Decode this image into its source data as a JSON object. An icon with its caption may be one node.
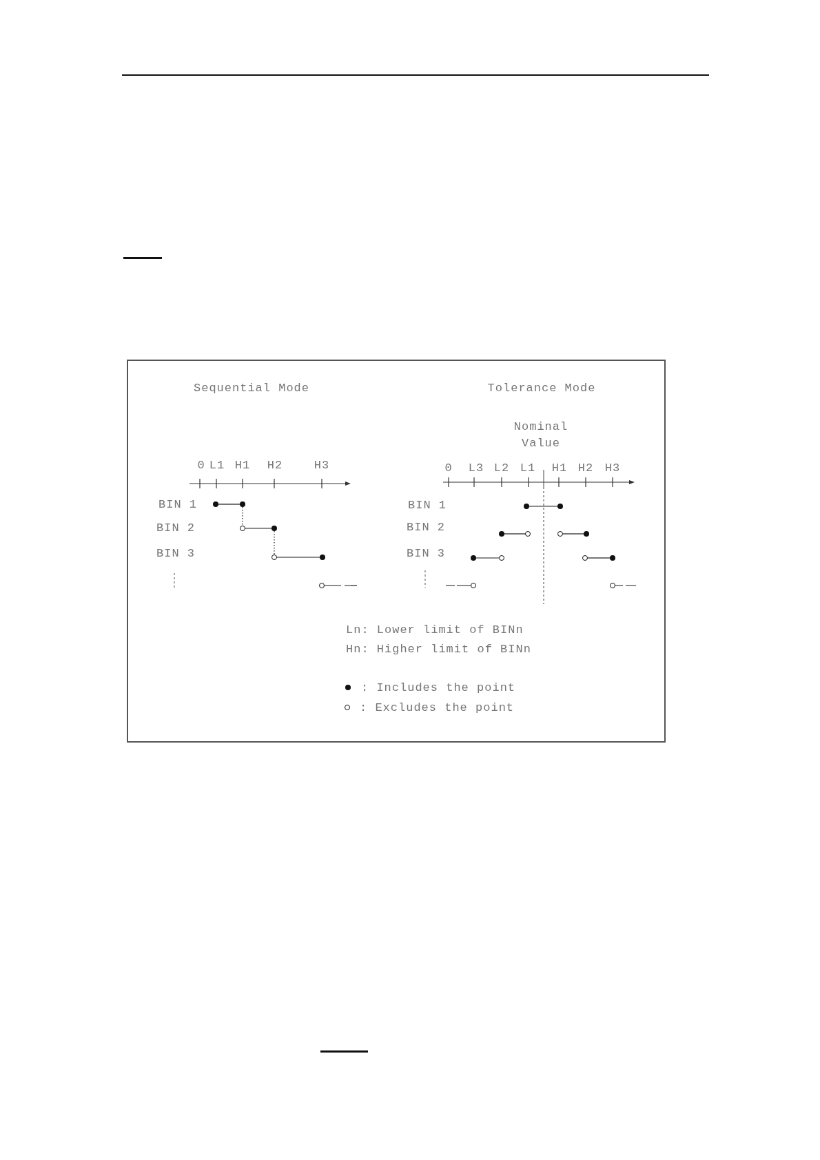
{
  "diagram": {
    "nodes": [
      {
        "text": [],
        "shape": "dot"
      },
      {
        "text": [],
        "shape": "dot"
      },
      {
        "text": [],
        "shape": "circle"
      },
      {
        "text": [],
        "shape": "dot"
      },
      {
        "text": [],
        "shape": "circle"
      },
      {
        "text": [],
        "shape": "dot"
      },
      {
        "text": [],
        "shape": "circle"
      },
      {
        "text": [],
        "shape": "dot"
      },
      {
        "text": [],
        "shape": "dot"
      },
      {
        "text": [],
        "shape": "dot"
      },
      {
        "text": [],
        "shape": "circle"
      },
      {
        "text": [],
        "shape": "circle"
      },
      {
        "text": [],
        "shape": "dot"
      },
      {
        "text": [],
        "shape": "dot"
      },
      {
        "text": [],
        "shape": "circle"
      },
      {
        "text": [],
        "shape": "circle"
      },
      {
        "text": [],
        "shape": "dot"
      },
      {
        "text": [],
        "shape": "circle"
      },
      {
        "text": [],
        "shape": "circle"
      }
    ],
    "edges": [
      {
        "from": 0,
        "to": 1,
        "arrow": "none"
      },
      {
        "from": 1,
        "to": 2,
        "arrow": "none",
        "style": "dashed"
      },
      {
        "from": 2,
        "to": 3,
        "arrow": "none"
      },
      {
        "from": 3,
        "to": 4,
        "arrow": "none",
        "style": "dashed"
      },
      {
        "from": 4,
        "to": 5,
        "arrow": "none"
      },
      {
        "from": 6,
        "to": null,
        "arrow": "none",
        "style": "dashed"
      },
      {
        "from": 7,
        "to": 8,
        "arrow": "none"
      },
      {
        "from": 9,
        "to": 10,
        "arrow": "none"
      },
      {
        "from": 11,
        "to": 12,
        "arrow": "none"
      },
      {
        "from": 13,
        "to": 14,
        "arrow": "none"
      },
      {
        "from": 15,
        "to": 16,
        "arrow": "none"
      },
      {
        "from": null,
        "to": 17,
        "arrow": "none",
        "style": "dashed"
      },
      {
        "from": 18,
        "to": null,
        "arrow": "none",
        "style": "dashed"
      }
    ],
    "labels": [
      "Sequential Mode",
      "0",
      "L1",
      "H1",
      "H2",
      "H3",
      "BIN 1",
      "BIN 2",
      "BIN 3",
      "Tolerance Mode",
      "Nominal Value",
      "0",
      "L3",
      "L2",
      "L1",
      "H1",
      "H2",
      "H3",
      "BIN 1",
      "BIN 2",
      "BIN 3",
      "Ln: Lower limit of BINn",
      "Hn: Higher limit of BINn"
    ],
    "legend": [
      {
        "text": ": Includes the point"
      },
      {
        "text": ": Excludes the point"
      }
    ]
  }
}
